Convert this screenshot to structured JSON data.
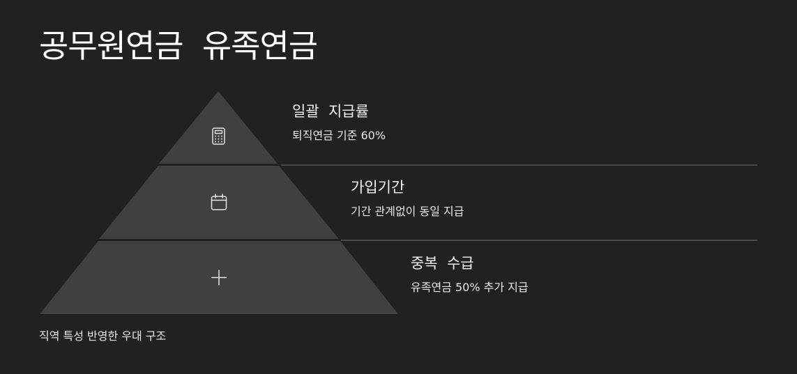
{
  "title": "공무원연금  유족연금",
  "tiers": [
    {
      "heading": "일괄  지급률",
      "description": "퇴직연금 기준 60%",
      "icon": "calculator-icon"
    },
    {
      "heading": "가입기간",
      "description": "기간 관계없이 동일 지급",
      "icon": "calendar-icon"
    },
    {
      "heading": "중복  수급",
      "description": "유족연금 50% 추가 지급",
      "icon": "plus-icon"
    }
  ],
  "footer": "직역 특성 반영한 우대 구조",
  "colors": {
    "background": "#212121",
    "tier_fill": "#404040",
    "divider": "#4a4a4a",
    "icon_stroke": "#e6e6e6",
    "text": "#f2f2f2"
  }
}
